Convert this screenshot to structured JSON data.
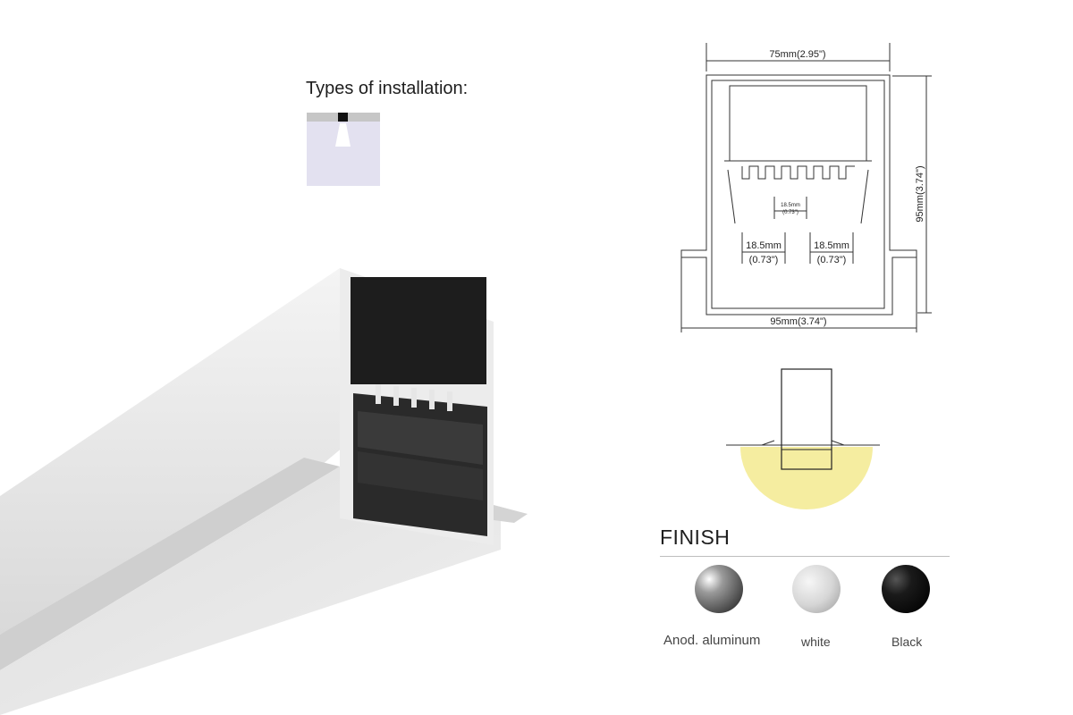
{
  "installation": {
    "title": "Types of installation:"
  },
  "dimensions": {
    "top_width": "75mm(2.95\")",
    "height": "95mm(3.74\")",
    "bottom_width": "95mm(3.74\")",
    "center_gap_mm": "18.5mm",
    "center_gap_in": "(0.73\")",
    "left_gap_mm": "18.5mm",
    "left_gap_in": "(0.73\")",
    "right_gap_mm": "18.5mm",
    "right_gap_in": "(0.73\")"
  },
  "finish": {
    "title": "FINISH",
    "options": [
      {
        "label": "Anod. aluminum",
        "color": "#9a9a9a"
      },
      {
        "label": "white",
        "color": "#d6d6d6"
      },
      {
        "label": "Black",
        "color": "#1a1a1a"
      }
    ]
  },
  "colors": {
    "light_glow": "#f5eda0",
    "profile_dark": "#1d1d1d",
    "profile_light": "#e9e9e9",
    "install_bg": "#e3e1f0"
  }
}
